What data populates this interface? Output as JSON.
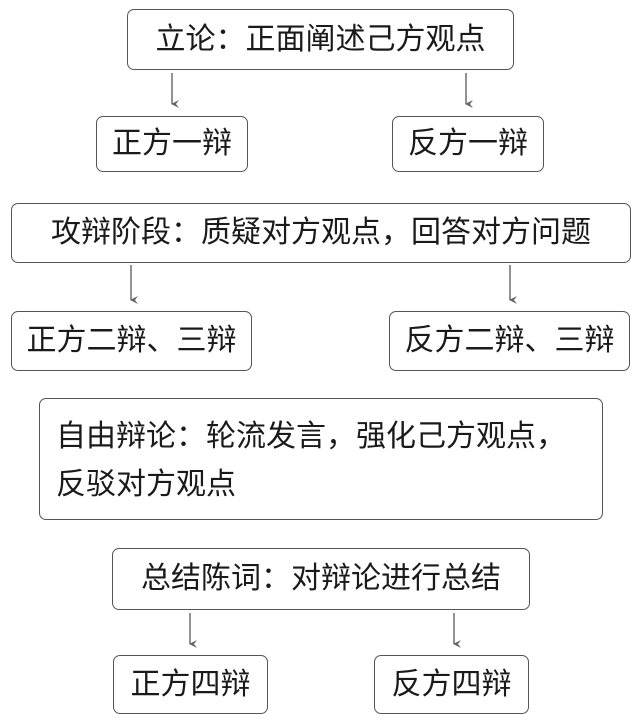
{
  "stage1": {
    "label": "立论：正面阐述己方观点"
  },
  "stage1_sides": {
    "pro": "正方一辩",
    "con": "反方一辩"
  },
  "stage2": {
    "label": "攻辩阶段：质疑对方观点，回答对方问题"
  },
  "stage2_sides": {
    "pro": "正方二辩、三辩",
    "con": "反方二辩、三辩"
  },
  "stage3": {
    "line1": "自由辩论：轮流发言，强化己方观点，",
    "line2": "反驳对方观点"
  },
  "stage4": {
    "label": "总结陈词：对辩论进行总结"
  },
  "stage4_sides": {
    "pro": "正方四辩",
    "con": "反方四辩"
  }
}
